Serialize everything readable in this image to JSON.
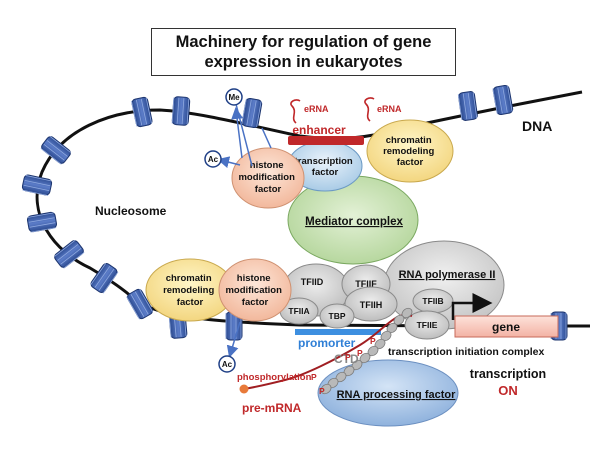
{
  "title": {
    "line1": "Machinery for regulation of gene",
    "line2": "expression in eukaryotes"
  },
  "labels": {
    "dna": "DNA",
    "nucleosome": "Nucleosome",
    "enhancer": "enhancer",
    "erna_left": "eRNA",
    "erna_right": "eRNA",
    "me": "Me",
    "ac_top": "Ac",
    "ac_bottom": "Ac",
    "histone_top": [
      "histone",
      "modification",
      "factor"
    ],
    "transcription_factor": [
      "transcription",
      "factor"
    ],
    "chromatin_top": [
      "chromatin",
      "remodeling",
      "factor"
    ],
    "mediator": "Mediator complex",
    "chromatin_bottom": [
      "chromatin",
      "remodeling",
      "factor"
    ],
    "histone_bottom": [
      "histone",
      "modification",
      "factor"
    ],
    "tfiid": "TFIID",
    "tfiif": "TFIIF",
    "tfiih": "TFIIH",
    "tfiia": "TFIIA",
    "tbp": "TBP",
    "tfiib": "TFIIB",
    "tfiie": "TFIIE",
    "rnapol": "RNA polymerase II",
    "gene": "gene",
    "promorter": "promorter",
    "ctd": "CTD",
    "p": "P",
    "phosphorylation": "phosphorylation",
    "initiation_complex": "transcription initiation complex",
    "rna_processing": "RNA processing factor",
    "transcription": "transcription",
    "on": "ON",
    "pre_mrna": "pre-mRNA"
  },
  "colors": {
    "nucleosome": "#3f5fa8",
    "enhancer": "#c0282a",
    "mediator": "#c8e3b2",
    "chromatin": "#fbe7a0",
    "histone": "#f7cdb6",
    "tf": "#cfe3f3",
    "gtf": "#d4d4d4",
    "promoter": "#3d8fe0",
    "gene": "#f8c7bc",
    "rna_processing": "#aec8e9",
    "red": "#c0282a"
  }
}
